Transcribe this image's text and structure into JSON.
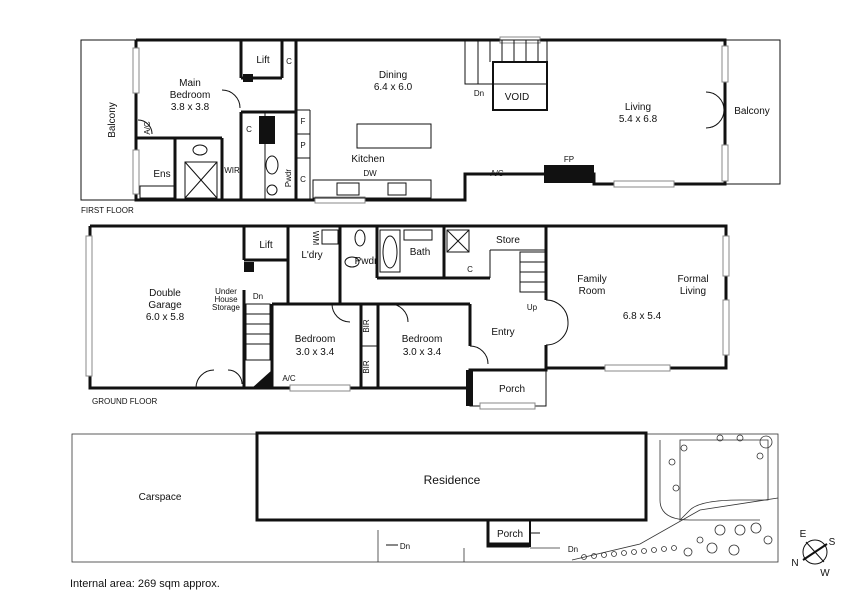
{
  "floors": {
    "first": "FIRST FLOOR",
    "ground": "GROUND FLOOR"
  },
  "first_floor": {
    "balcony_left": "Balcony",
    "ac_left": "A/C",
    "main_bedroom_1": "Main",
    "main_bedroom_2": "Bedroom",
    "main_bedroom_size": "3.8 x 3.8",
    "ens": "Ens",
    "wir": "WIR",
    "lift": "Lift",
    "c_lift": "C",
    "c_mid": "C",
    "c_pwdr": "C",
    "f": "F",
    "p": "P",
    "pwdr": "Pwdr",
    "dining": "Dining",
    "dining_size": "6.4 x 6.0",
    "kitchen": "Kitchen",
    "dw": "DW",
    "dn": "Dn",
    "void": "VOID",
    "ac_right": "A/C",
    "fp": "FP",
    "living": "Living",
    "living_size": "5.4 x 6.8",
    "balcony_right": "Balcony"
  },
  "ground_floor": {
    "double_garage_1": "Double",
    "double_garage_2": "Garage",
    "garage_size": "6.0 x 5.8",
    "under_1": "Under",
    "under_2": "House",
    "under_3": "Storage",
    "dn": "Dn",
    "lift": "Lift",
    "wm": "WM",
    "ldry": "L'dry",
    "pwdr": "Pwdr",
    "bath": "Bath",
    "c": "C",
    "store": "Store",
    "up": "Up",
    "bedroom_a": "Bedroom",
    "bedroom_a_size": "3.0 x 3.4",
    "bir_a": "BIR",
    "bir_b": "BIR",
    "bedroom_b": "Bedroom",
    "bedroom_b_size": "3.0 x 3.4",
    "ac": "A/C",
    "entry": "Entry",
    "porch": "Porch",
    "family_1": "Family",
    "family_2": "Room",
    "formal_1": "Formal",
    "formal_2": "Living",
    "living_size": "6.8 x 5.4"
  },
  "site": {
    "carspace": "Carspace",
    "residence": "Residence",
    "porch": "Porch",
    "dn_a": "Dn",
    "dn_b": "Dn"
  },
  "compass": {
    "n": "N",
    "e": "E",
    "s": "S",
    "w": "W"
  },
  "footer": {
    "area": "Internal area:  269 sqm approx."
  }
}
